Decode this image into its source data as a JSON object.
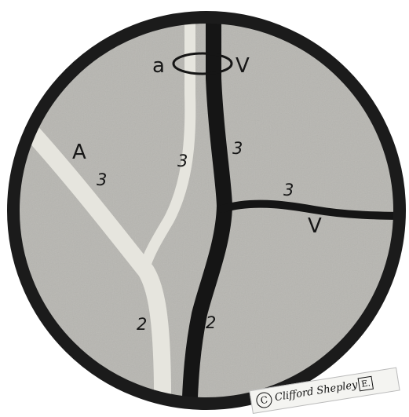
{
  "labels": {
    "artery_top": "a",
    "vein_top": "V",
    "artery_main": "A",
    "vein_branch": "V",
    "order_artery_left": "3",
    "order_artery_mid": "3",
    "order_vein_upper": "3",
    "order_vein_branch": "3",
    "order_artery_lower": "2",
    "order_vein_lower": "2"
  },
  "credit": {
    "symbol": "C",
    "text": "Clifford Shepley",
    "suffix": "E."
  },
  "colors": {
    "background": "#ffffff",
    "field": "#b7b6b1",
    "rim": "#1b1b1b",
    "artery": "#e6e5de",
    "vein": "#151515"
  }
}
